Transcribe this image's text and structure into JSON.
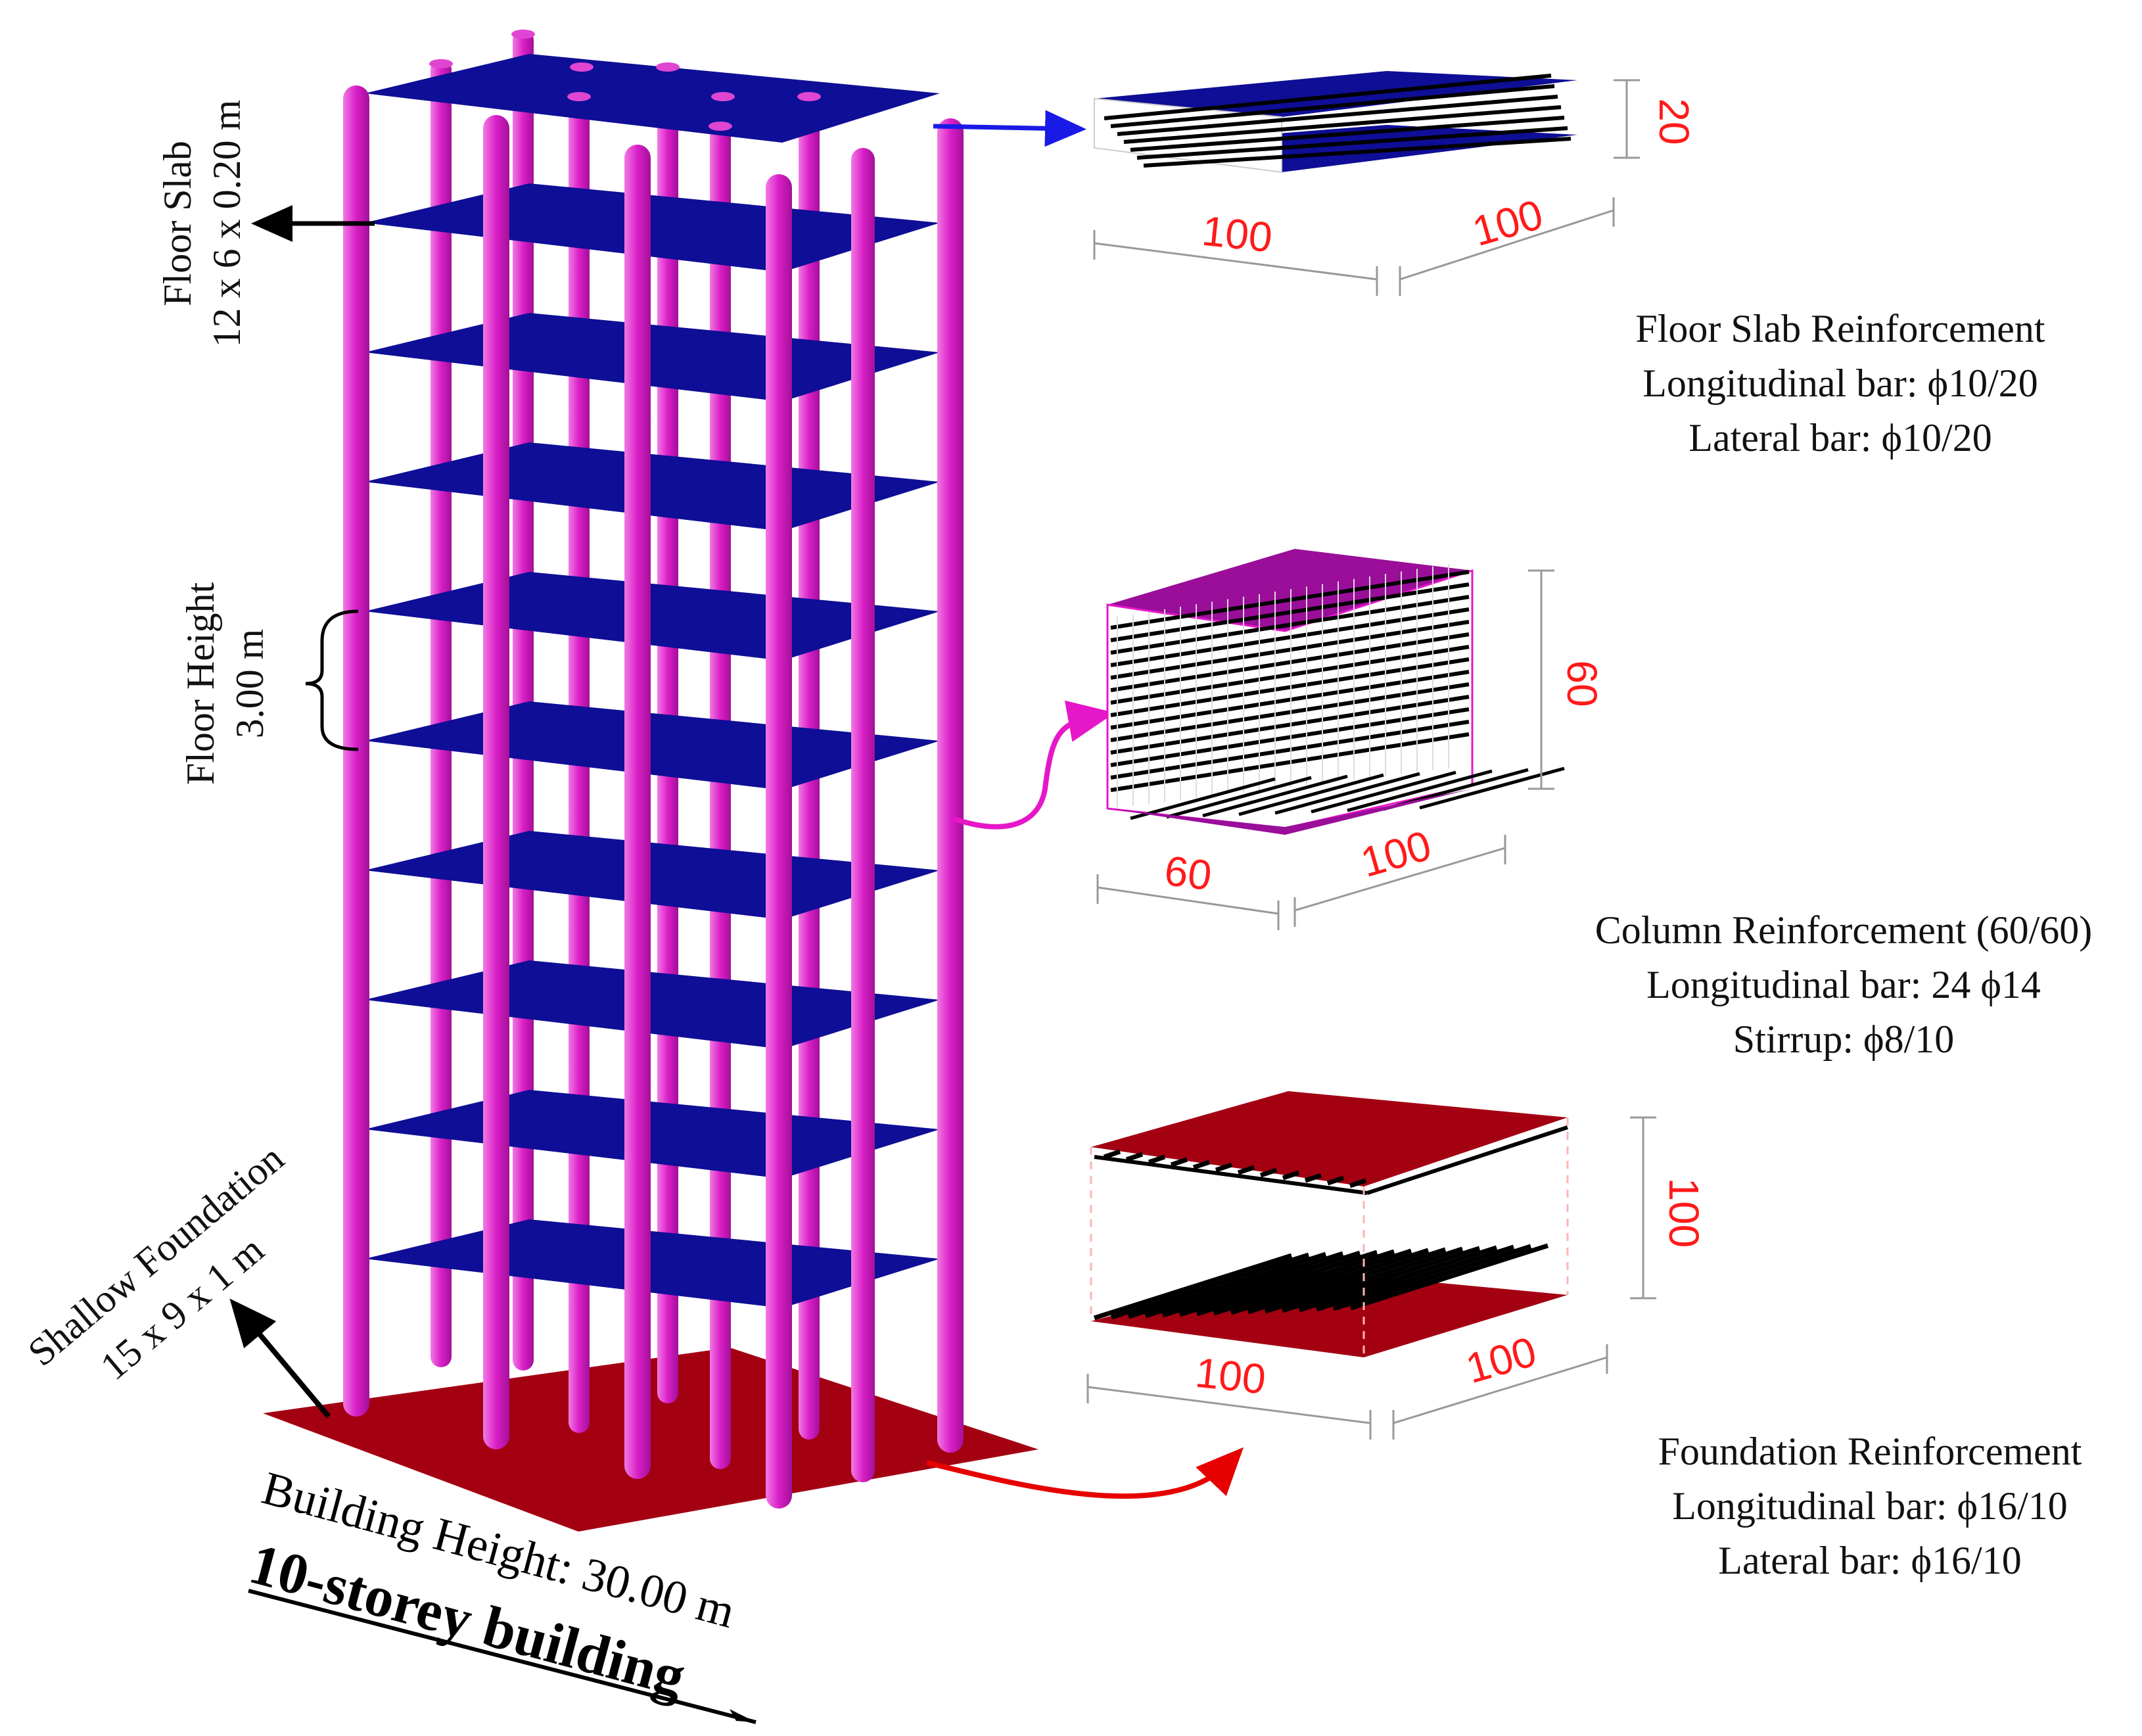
{
  "figure": {
    "building_title": "10-storey building",
    "building_height": "Building Height: 30.00 m",
    "floor_slab_label": [
      "Floor Slab",
      "12 x 6 x 0.20 m"
    ],
    "floor_height_label": [
      "Floor Height",
      "3.00 m"
    ],
    "foundation_label": [
      "Shallow Foundation",
      "15 x 9 x 1 m"
    ]
  },
  "slab_detail": {
    "dims": {
      "width": "100",
      "depth": "100",
      "thickness": "20"
    },
    "caption": [
      "Floor Slab Reinforcement",
      "Longitudinal bar: ϕ10/20",
      "Lateral bar: ϕ10/20"
    ]
  },
  "column_detail": {
    "dims": {
      "width": "60",
      "depth": "100",
      "height": "60"
    },
    "caption": [
      "Column Reinforcement (60/60)",
      "Longitudinal bar: 24 ϕ14",
      "Stirrup: ϕ8/10"
    ]
  },
  "foundation_detail": {
    "dims": {
      "width": "100",
      "depth": "100",
      "height": "100"
    },
    "caption": [
      "Foundation Reinforcement",
      "Longitudinal bar: ϕ16/10",
      "Lateral bar: ϕ16/10"
    ]
  },
  "colors": {
    "slab": "#0e0e96",
    "column": "#d91fc6",
    "foundation": "#a30012",
    "dimension_text": "#ff1a1a",
    "slab_arrow": "#1a1ae6",
    "column_arrow": "#e617c8",
    "foundation_arrow": "#e60000"
  }
}
